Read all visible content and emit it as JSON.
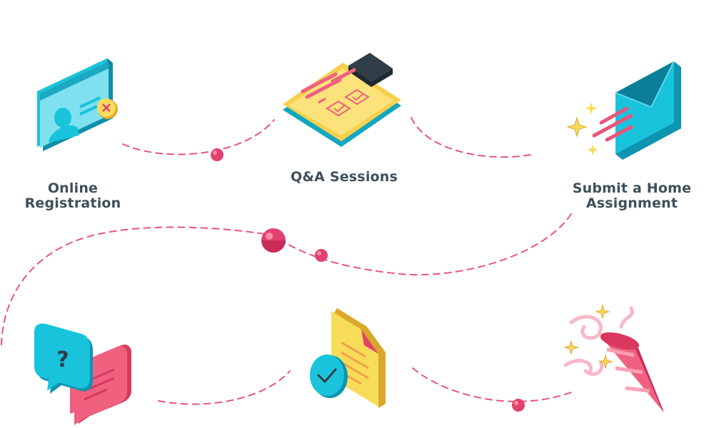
{
  "steps": [
    {
      "id": "online-registration",
      "lines": [
        "Online",
        "Registration"
      ]
    },
    {
      "id": "qa-sessions",
      "lines": [
        "Q&A Sessions"
      ]
    },
    {
      "id": "home-assignment",
      "lines": [
        "Submit a Home",
        "Assignment"
      ]
    },
    {
      "id": "chat-support",
      "lines": []
    },
    {
      "id": "document-review",
      "lines": []
    },
    {
      "id": "celebration",
      "lines": []
    }
  ],
  "icons": {
    "step1": "id-card-icon",
    "step2": "clipboard-checklist-icon",
    "step3": "envelope-send-icon",
    "step4": "chat-bubbles-icon",
    "step5": "document-check-icon",
    "step6": "party-popper-icon"
  },
  "colors": {
    "path": "#e8557a",
    "node": "#e2416d",
    "label": "#3e4f59",
    "cyan": "#19c3dc",
    "yellow": "#f7dc5a",
    "pink": "#f0607f"
  }
}
